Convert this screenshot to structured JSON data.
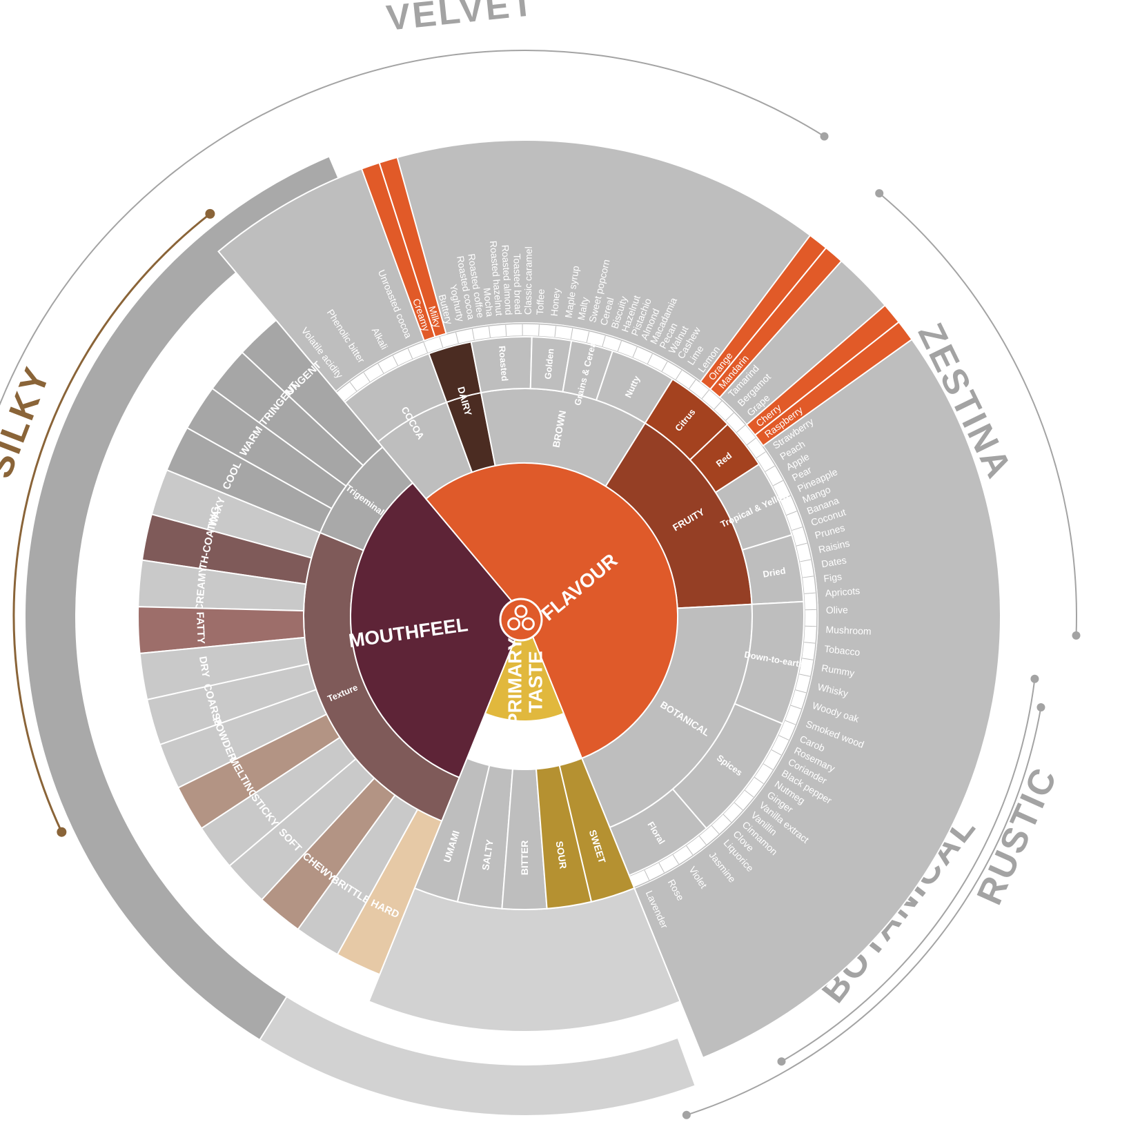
{
  "colors": {
    "flavour": "#df5a2a",
    "fruity": "#953f25",
    "citrus_red": "#a4421f",
    "dairy": "#4b2c22",
    "mouthfeel": "#5e2437",
    "texture": "#7f5a59",
    "primary_taste": "#e1b83d",
    "sour_sweet": "#b59131",
    "highlight": "#e15a28",
    "gray": "#bebebe",
    "gray_light": "#d2d2d2",
    "gray_mid": "#a9a9a9",
    "silky": "#8a6438",
    "arc_gray": "#a3a3a3"
  },
  "styles": [
    {
      "id": "velvet",
      "label": "VELVET",
      "active": false
    },
    {
      "id": "silky",
      "label": "SILKY",
      "active": true
    },
    {
      "id": "zestina",
      "label": "ZESTINA",
      "active": false
    },
    {
      "id": "rustic",
      "label": "RUSTIC",
      "active": false
    },
    {
      "id": "botanical",
      "label": "BOTANICAL",
      "active": false
    }
  ],
  "core": {
    "flavour": "FLAVOUR",
    "mouthfeel": "MOUTHFEEL",
    "primary_taste": [
      "PRIMARY",
      "TASTE"
    ]
  },
  "flavour_categories": [
    {
      "label": "COCOA",
      "subs": [
        {
          "label": "",
          "notes": [
            "Volatile acidity",
            "Phenolic bitter",
            "Alkali",
            "Unroasted cocoa"
          ]
        }
      ]
    },
    {
      "label": "DAIRY",
      "dark": true,
      "subs": [
        {
          "label": "",
          "notes": [
            "Creamy",
            "Milky",
            "Buttery",
            "Yoghurty"
          ]
        }
      ]
    },
    {
      "label": "BROWN",
      "subs": [
        {
          "label": "Roasted",
          "notes": [
            "Roasted cocoa",
            "Roasted coffee",
            "Mocha",
            "Roasted hazelnut",
            "Roasted almond",
            "Toasted bread",
            "Classic caramel"
          ]
        },
        {
          "label": "Golden",
          "notes": [
            "Toffee",
            "Honey",
            "Maple syrup"
          ]
        },
        {
          "label": "Grains & Cereals",
          "notes": [
            "Malty",
            "Sweet popcorn",
            "Cereal",
            "Biscuity"
          ]
        },
        {
          "label": "Nutty",
          "notes": [
            "Hazelnut",
            "Pistachio",
            "Almond",
            "Macadamia",
            "Pecan",
            "Walnut",
            "Cashew"
          ]
        }
      ]
    },
    {
      "label": "FRUITY",
      "fruity": true,
      "subs": [
        {
          "label": "Citrus",
          "notes": [
            "Lime",
            "Lemon",
            "Orange",
            "Mandarin",
            "Tamarind",
            "Bergamot"
          ]
        },
        {
          "label": "Red",
          "notes": [
            "Grape",
            "Cherry",
            "Raspberry",
            "Strawberry"
          ]
        },
        {
          "label": "Tropical & Yellow",
          "notes": [
            "Peach",
            "Apple",
            "Pear",
            "Pineapple",
            "Mango",
            "Banana",
            "Coconut"
          ]
        },
        {
          "label": "Dried",
          "notes": [
            "Prunes",
            "Raisins",
            "Dates",
            "Figs",
            "Apricots"
          ]
        }
      ]
    },
    {
      "label": "BOTANICAL",
      "subs": [
        {
          "label": "Down-to-earth",
          "notes": [
            "Olive",
            "Mushroom",
            "Tobacco",
            "Rummy",
            "Whisky",
            "Woody oak",
            "Smoked wood"
          ]
        },
        {
          "label": "Spices",
          "notes": [
            "Carob",
            "Rosemary",
            "Coriander",
            "Black pepper",
            "Nutmeg",
            "Ginger",
            "Vanilla extract",
            "Vanillin",
            "Cinnamon",
            "Clove",
            "Liquorice"
          ]
        },
        {
          "label": "Floral",
          "notes": [
            "Jasmine",
            "Violet",
            "Rose",
            "Lavender"
          ]
        }
      ]
    }
  ],
  "highlighted_notes": [
    "Creamy",
    "Milky",
    "Orange",
    "Mandarin",
    "Cherry",
    "Raspberry"
  ],
  "primary_tastes": [
    "UMAMI",
    "SALTY",
    "BITTER",
    "SOUR",
    "SWEET"
  ],
  "highlighted_tastes": [
    "SOUR",
    "SWEET"
  ],
  "mouthfeel_groups": {
    "trigeminal": "Trigeminal",
    "texture": "Texture"
  },
  "mouthfeel_items": [
    {
      "label": "PUNGENT",
      "group": "trigeminal",
      "level": 0
    },
    {
      "label": "ASTRINGENT",
      "group": "trigeminal",
      "level": 0
    },
    {
      "label": "WARM",
      "group": "trigeminal",
      "level": 0
    },
    {
      "label": "COOL",
      "group": "trigeminal",
      "level": 0
    },
    {
      "label": "WAXY",
      "group": "texture",
      "level": 0
    },
    {
      "label": "MOUTH-COATING",
      "group": "texture",
      "level": 3
    },
    {
      "label": "CREAMY",
      "group": "texture",
      "level": 0
    },
    {
      "label": "FATTY",
      "group": "texture",
      "level": 2
    },
    {
      "label": "DRY",
      "group": "texture",
      "level": 0
    },
    {
      "label": "COARSE",
      "group": "texture",
      "level": 0
    },
    {
      "label": "POWDERY",
      "group": "texture",
      "level": 0
    },
    {
      "label": "MELTING",
      "group": "texture",
      "level": 1
    },
    {
      "label": "STICKY",
      "group": "texture",
      "level": 0
    },
    {
      "label": "SOFT",
      "group": "texture",
      "level": 0
    },
    {
      "label": "CHEWY",
      "group": "texture",
      "level": 1
    },
    {
      "label": "BRITTLE",
      "group": "texture",
      "level": 0
    },
    {
      "label": "HARD",
      "group": "texture",
      "level": 4
    }
  ]
}
